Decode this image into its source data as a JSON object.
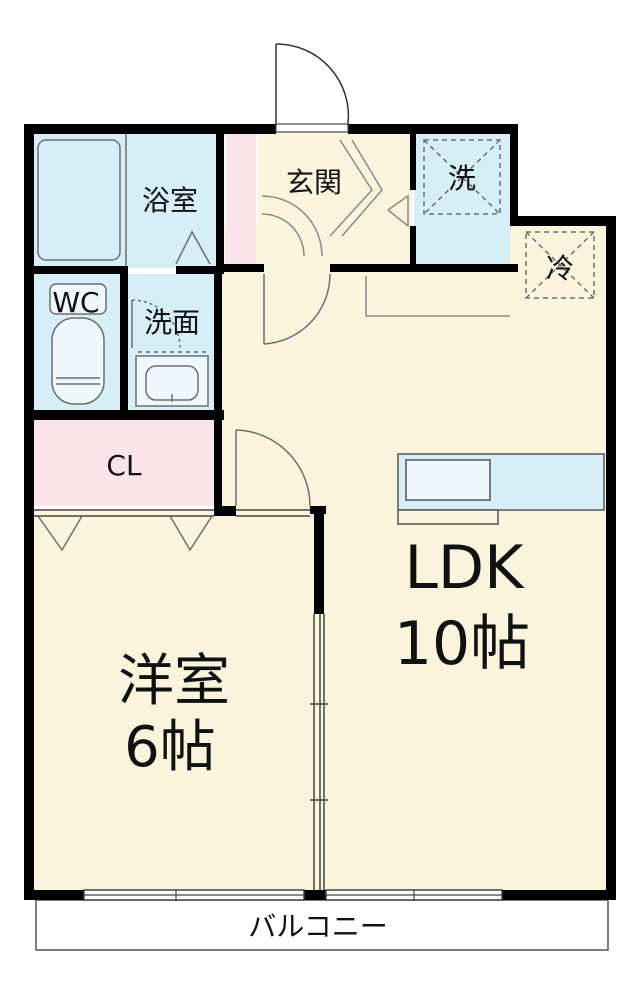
{
  "rooms": {
    "bath": "浴室",
    "entrance": "玄関",
    "washer": "洗",
    "fridge": "冷",
    "wc": "WC",
    "washroom": "洗面",
    "closet": "CL",
    "western_room_name": "洋室",
    "western_room_size": "6帖",
    "ldk_name": "LDK",
    "ldk_size": "10帖",
    "balcony": "バルコニー"
  },
  "colors": {
    "wall": "#000000",
    "floor": "#fbf4dc",
    "wet_area": "#d6eef8",
    "closet": "#fbe3ea",
    "fixture_outline": "#6f6f6f"
  }
}
